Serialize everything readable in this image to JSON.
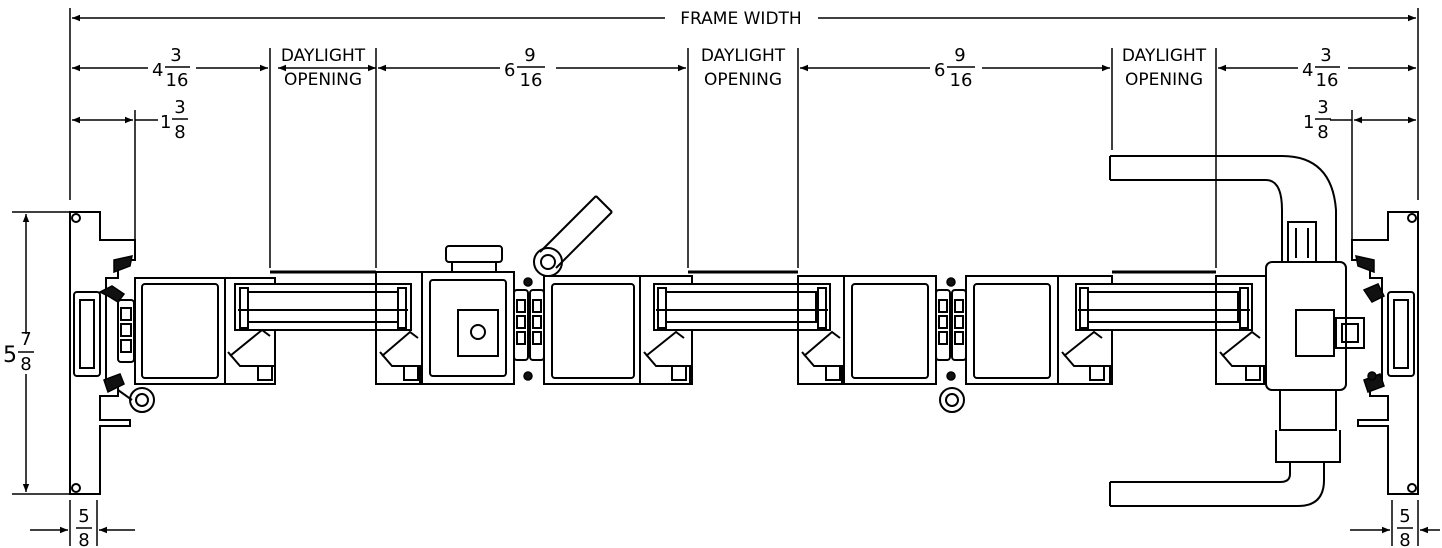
{
  "dimensions": {
    "frame_width_label": "FRAME WIDTH",
    "daylight_line1": "DAYLIGHT",
    "daylight_line2": "OPENING",
    "dim_4_3_16": {
      "whole": "4",
      "num": "3",
      "den": "16"
    },
    "dim_6_9_16": {
      "whole": "6",
      "num": "9",
      "den": "16"
    },
    "dim_1_3_8": {
      "whole": "1",
      "num": "3",
      "den": "8"
    },
    "dim_5_7_8": {
      "whole": "5",
      "num": "7",
      "den": "8"
    },
    "dim_5_8": {
      "num": "5",
      "den": "8"
    }
  }
}
